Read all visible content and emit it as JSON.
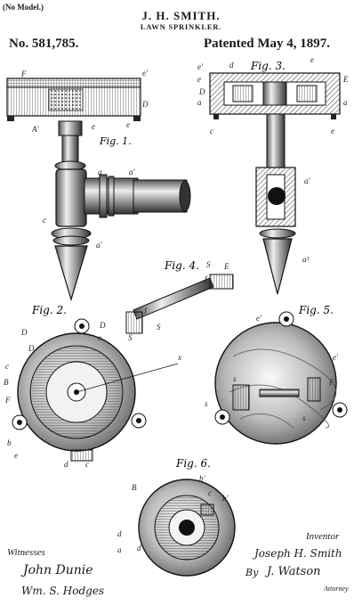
{
  "header": {
    "model_note": "(No Model.)",
    "inventor_name": "J. H. SMITH.",
    "title": "LAWN SPRINKLER.",
    "patent_no": "No. 581,785.",
    "patented": "Patented May 4, 1897."
  },
  "figures": {
    "fig1": "Fig. 1.",
    "fig2": "Fig. 2.",
    "fig3": "Fig. 3.",
    "fig4": "Fig. 4.",
    "fig5": "Fig. 5.",
    "fig6": "Fig. 6."
  },
  "footer": {
    "witnesses_label": "Witnesses",
    "witness1": "John Dunie",
    "witness2": "Wm. S. Hodges",
    "inventor_label": "Inventor",
    "inventor_sig": "Joseph H. Smith",
    "by": "By",
    "attorney_sig": "J. Watson",
    "attorney_label": "Attorney"
  }
}
